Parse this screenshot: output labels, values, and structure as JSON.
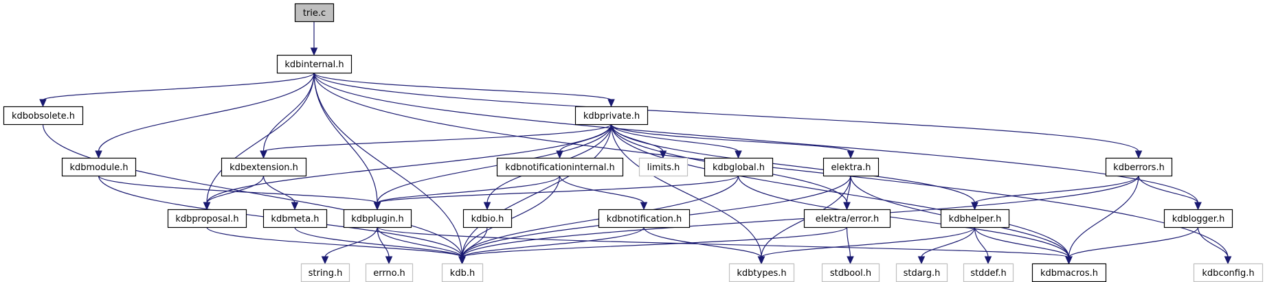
{
  "diagram": {
    "type": "include-dependency-graph",
    "root": "trie.c",
    "colors": {
      "edge": "#191970",
      "root_fill": "#bfbfbf",
      "node_border": "#000000",
      "external_border": "#bfbfbf",
      "external_text": "#000000"
    },
    "nodes": [
      {
        "id": "trie_c",
        "label": "trie.c",
        "kind": "root"
      },
      {
        "id": "kdbinternal",
        "label": "kdbinternal.h",
        "kind": "documented"
      },
      {
        "id": "kdbobsolete",
        "label": "kdbobsolete.h",
        "kind": "documented"
      },
      {
        "id": "kdbprivate",
        "label": "kdbprivate.h",
        "kind": "documented"
      },
      {
        "id": "kdbmodule",
        "label": "kdbmodule.h",
        "kind": "documented"
      },
      {
        "id": "kdbextension",
        "label": "kdbextension.h",
        "kind": "documented"
      },
      {
        "id": "kdbnotificationinternal",
        "label": "kdbnotificationinternal.h",
        "kind": "documented"
      },
      {
        "id": "limits",
        "label": "limits.h",
        "kind": "external"
      },
      {
        "id": "kdbglobal",
        "label": "kdbglobal.h",
        "kind": "documented"
      },
      {
        "id": "elektra",
        "label": "elektra.h",
        "kind": "documented"
      },
      {
        "id": "kdberrors",
        "label": "kdberrors.h",
        "kind": "documented"
      },
      {
        "id": "kdbproposal",
        "label": "kdbproposal.h",
        "kind": "documented"
      },
      {
        "id": "kdbmeta",
        "label": "kdbmeta.h",
        "kind": "documented"
      },
      {
        "id": "kdbplugin",
        "label": "kdbplugin.h",
        "kind": "documented"
      },
      {
        "id": "kdbio",
        "label": "kdbio.h",
        "kind": "documented"
      },
      {
        "id": "kdbnotification",
        "label": "kdbnotification.h",
        "kind": "documented"
      },
      {
        "id": "elektra_error",
        "label": "elektra/error.h",
        "kind": "documented"
      },
      {
        "id": "kdbhelper",
        "label": "kdbhelper.h",
        "kind": "documented"
      },
      {
        "id": "kdblogger",
        "label": "kdblogger.h",
        "kind": "documented"
      },
      {
        "id": "string",
        "label": "string.h",
        "kind": "external"
      },
      {
        "id": "errno",
        "label": "errno.h",
        "kind": "external"
      },
      {
        "id": "kdb",
        "label": "kdb.h",
        "kind": "external"
      },
      {
        "id": "kdbtypes",
        "label": "kdbtypes.h",
        "kind": "external"
      },
      {
        "id": "stdbool",
        "label": "stdbool.h",
        "kind": "external"
      },
      {
        "id": "stdarg",
        "label": "stdarg.h",
        "kind": "external"
      },
      {
        "id": "stddef",
        "label": "stddef.h",
        "kind": "external"
      },
      {
        "id": "kdbmacros",
        "label": "kdbmacros.h",
        "kind": "documented"
      },
      {
        "id": "kdbconfig",
        "label": "kdbconfig.h",
        "kind": "external"
      }
    ],
    "edges": [
      [
        "trie_c",
        "kdbinternal"
      ],
      [
        "kdbinternal",
        "kdbobsolete"
      ],
      [
        "kdbinternal",
        "kdbprivate"
      ],
      [
        "kdbinternal",
        "kdbmodule"
      ],
      [
        "kdbinternal",
        "kdbextension"
      ],
      [
        "kdbinternal",
        "kdbproposal"
      ],
      [
        "kdbinternal",
        "kdbplugin"
      ],
      [
        "kdbinternal",
        "kdb"
      ],
      [
        "kdbinternal",
        "kdberrors"
      ],
      [
        "kdbinternal",
        "kdblogger"
      ],
      [
        "kdbinternal",
        "kdbconfig"
      ],
      [
        "kdbobsolete",
        "kdb"
      ],
      [
        "kdbprivate",
        "kdbextension"
      ],
      [
        "kdbprivate",
        "kdbproposal"
      ],
      [
        "kdbprivate",
        "kdbplugin"
      ],
      [
        "kdbprivate",
        "kdb"
      ],
      [
        "kdbprivate",
        "kdbio"
      ],
      [
        "kdbprivate",
        "kdbnotificationinternal"
      ],
      [
        "kdbprivate",
        "limits"
      ],
      [
        "kdbprivate",
        "kdbglobal"
      ],
      [
        "kdbprivate",
        "kdbtypes"
      ],
      [
        "kdbprivate",
        "elektra"
      ],
      [
        "kdbprivate",
        "elektra_error"
      ],
      [
        "kdbprivate",
        "kdbhelper"
      ],
      [
        "kdbprivate",
        "kdbmacros"
      ],
      [
        "kdbmodule",
        "kdbplugin"
      ],
      [
        "kdbmodule",
        "kdb"
      ],
      [
        "kdbextension",
        "kdbproposal"
      ],
      [
        "kdbextension",
        "kdbmeta"
      ],
      [
        "kdbproposal",
        "kdb"
      ],
      [
        "kdbmeta",
        "kdb"
      ],
      [
        "kdbplugin",
        "string"
      ],
      [
        "kdbplugin",
        "errno"
      ],
      [
        "kdbplugin",
        "kdb"
      ],
      [
        "kdbplugin",
        "kdbmacros"
      ],
      [
        "kdbio",
        "kdb"
      ],
      [
        "kdbnotificationinternal",
        "kdbplugin"
      ],
      [
        "kdbnotificationinternal",
        "kdb"
      ],
      [
        "kdbnotificationinternal",
        "kdbnotification"
      ],
      [
        "kdbnotification",
        "kdb"
      ],
      [
        "kdbnotification",
        "kdbtypes"
      ],
      [
        "kdbglobal",
        "kdbplugin"
      ],
      [
        "kdbglobal",
        "kdb"
      ],
      [
        "kdbglobal",
        "kdbmacros"
      ],
      [
        "elektra",
        "kdb"
      ],
      [
        "elektra",
        "kdbtypes"
      ],
      [
        "elektra",
        "elektra_error"
      ],
      [
        "elektra",
        "kdbmacros"
      ],
      [
        "elektra_error",
        "kdb"
      ],
      [
        "elektra_error",
        "stdbool"
      ],
      [
        "kdberrors",
        "kdb"
      ],
      [
        "kdberrors",
        "kdbhelper"
      ],
      [
        "kdberrors",
        "kdbmacros"
      ],
      [
        "kdberrors",
        "kdblogger"
      ],
      [
        "kdbhelper",
        "kdbtypes"
      ],
      [
        "kdbhelper",
        "stdarg"
      ],
      [
        "kdbhelper",
        "stddef"
      ],
      [
        "kdbhelper",
        "kdbmacros"
      ],
      [
        "kdblogger",
        "kdbmacros"
      ],
      [
        "kdblogger",
        "kdbconfig"
      ]
    ]
  }
}
